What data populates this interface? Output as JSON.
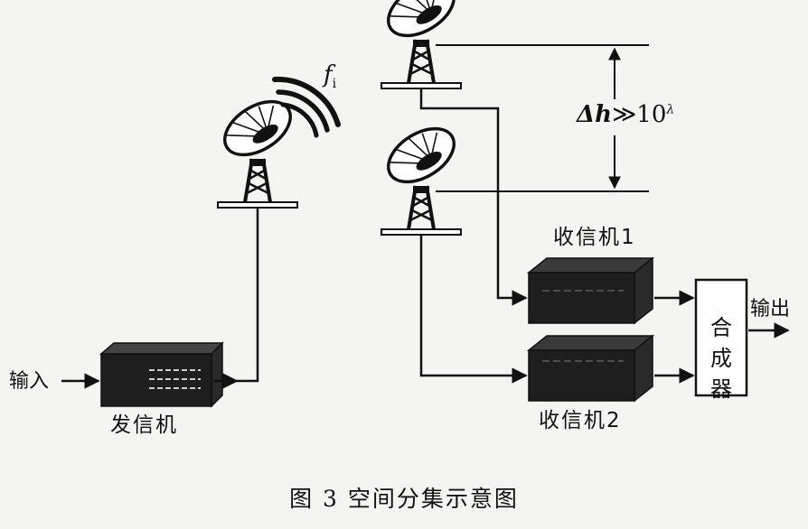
{
  "labels": {
    "input": "输入",
    "transmitter": "发信机",
    "receiver1": "收信机1",
    "receiver2": "收信机2",
    "output": "输出",
    "frequency": "f",
    "frequency_sub": "i",
    "height_diff_symbol": "Δh",
    "height_diff_relation": "≫10",
    "height_diff_exp": "λ",
    "combiner": [
      "合",
      "成",
      "器"
    ]
  },
  "caption": "图 3  空间分集示意图",
  "icons": {
    "antenna": "dish-antenna-icon",
    "box": "equipment-box-icon",
    "waves": "radio-wave-icon"
  },
  "colors": {
    "line": "#111111",
    "box": "#1e1e1e",
    "background": "#f4f4f2"
  }
}
